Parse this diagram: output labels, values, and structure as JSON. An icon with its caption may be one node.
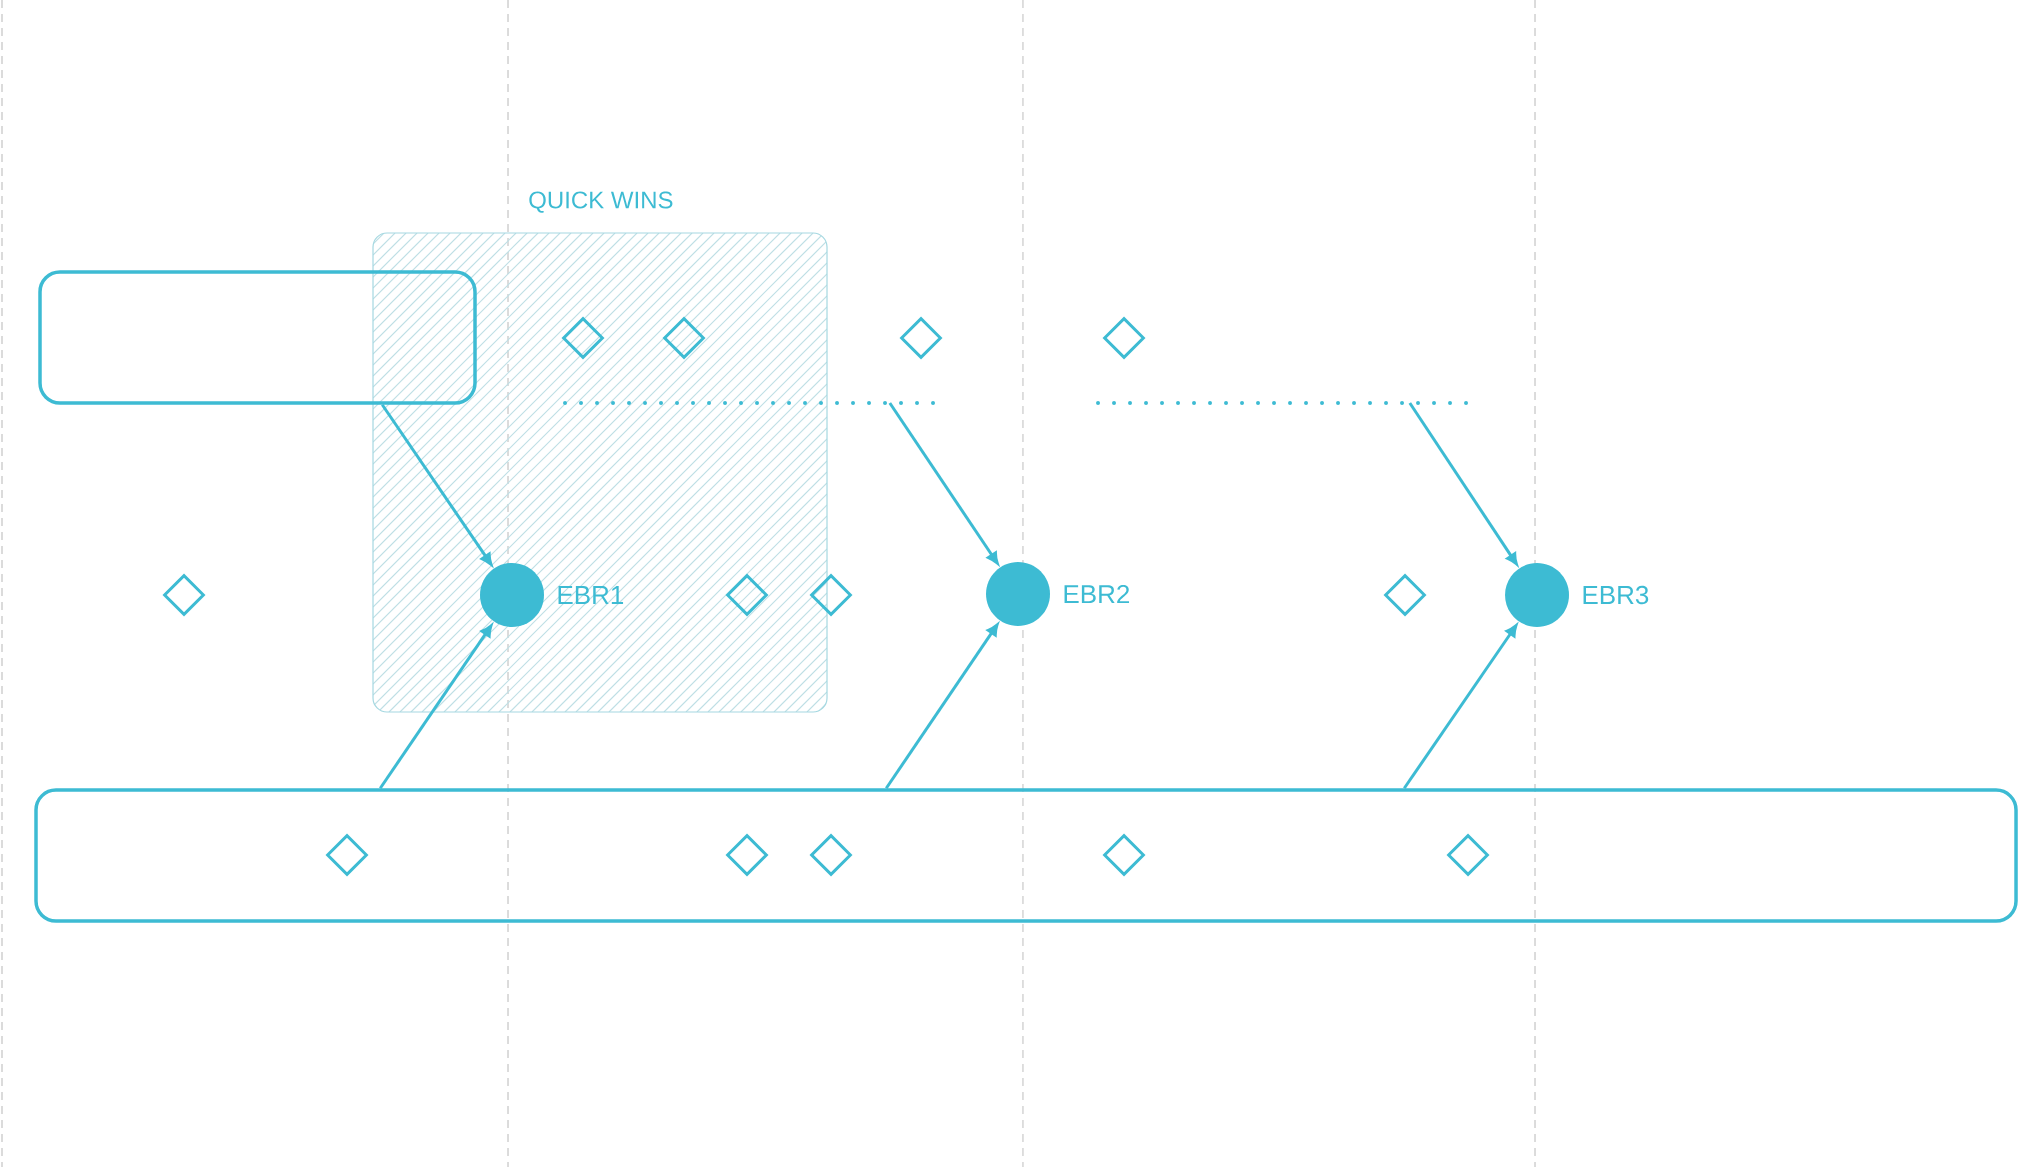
{
  "diagram": {
    "nodes": [
      {
        "text": [
          "QUICK WINS"
        ]
      },
      {
        "text": [],
        "shape": "box"
      },
      {
        "text": [],
        "shape": "diamond",
        "in": 0
      },
      {
        "text": [],
        "shape": "diamond",
        "in": 0
      },
      {
        "text": [],
        "shape": "diamond"
      },
      {
        "text": [],
        "shape": "diamond"
      },
      {
        "text": [],
        "shape": "line"
      },
      {
        "text": [],
        "shape": "line"
      },
      {
        "text": [],
        "shape": "diamond"
      },
      {
        "text": [],
        "shape": "circle",
        "beside": [
          "EBR1"
        ],
        "in": 0
      },
      {
        "text": [],
        "shape": "diamond",
        "in": 0
      },
      {
        "text": [],
        "shape": "diamond"
      },
      {
        "text": [],
        "shape": "circle",
        "beside": [
          "EBR2"
        ]
      },
      {
        "text": [],
        "shape": "diamond"
      },
      {
        "text": [],
        "shape": "circle",
        "beside": [
          "EBR3"
        ]
      },
      {
        "text": [],
        "shape": "box"
      },
      {
        "text": [],
        "shape": "diamond",
        "in": 15
      },
      {
        "text": [],
        "shape": "diamond",
        "in": 15
      },
      {
        "text": [],
        "shape": "diamond",
        "in": 15
      },
      {
        "text": [],
        "shape": "diamond",
        "in": 15
      },
      {
        "text": [],
        "shape": "diamond",
        "in": 15
      }
    ],
    "edges": [
      {
        "from": 1,
        "to": 9,
        "arrow": "to"
      },
      {
        "from": 6,
        "to": 12,
        "arrow": "to"
      },
      {
        "from": 7,
        "to": 14,
        "arrow": "to"
      },
      {
        "from": 15,
        "to": 9,
        "arrow": "to"
      },
      {
        "from": 15,
        "to": 12,
        "arrow": "to"
      },
      {
        "from": 15,
        "to": 14,
        "arrow": "to"
      }
    ]
  }
}
